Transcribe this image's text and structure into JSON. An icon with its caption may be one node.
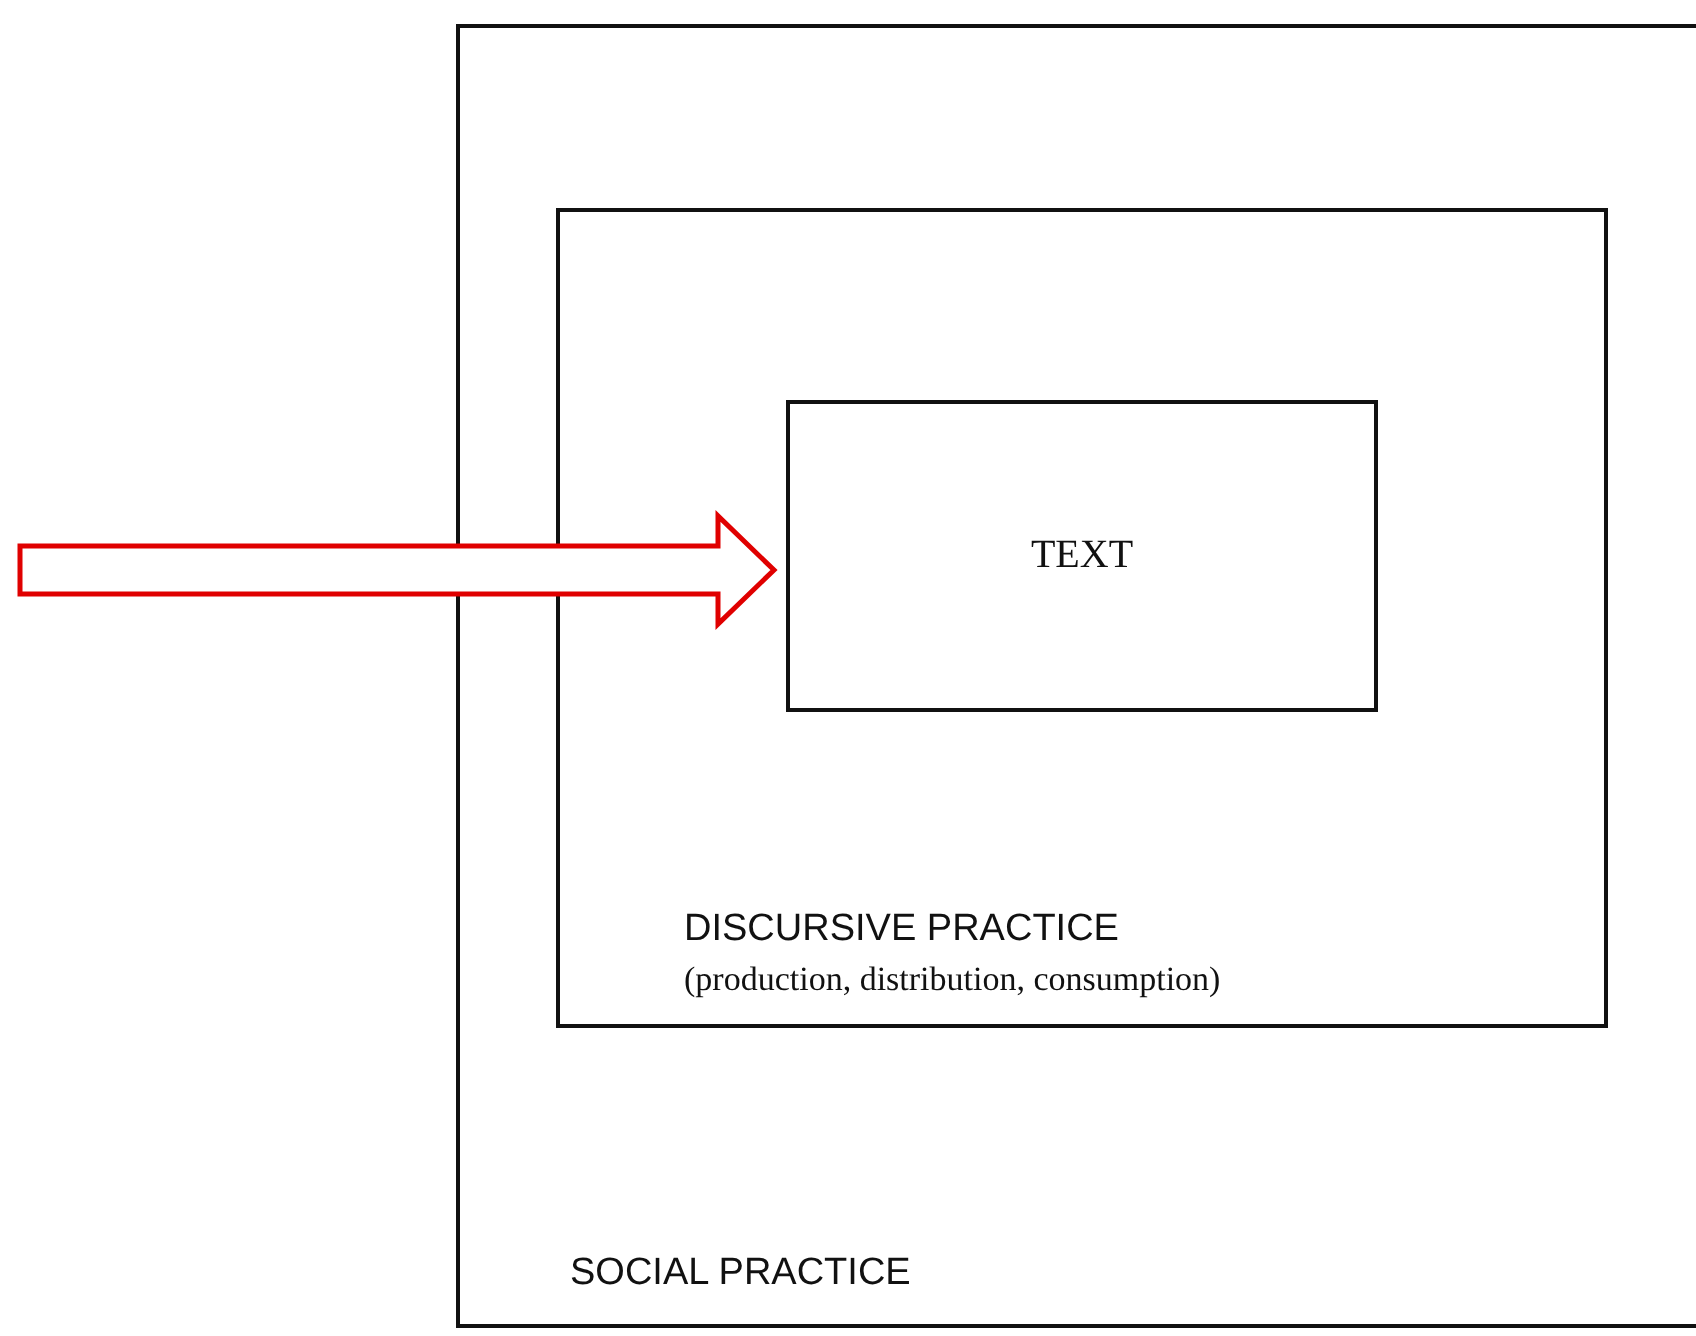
{
  "diagram": {
    "nodes": [
      {
        "text": [
          "SOCIAL PRACTICE"
        ]
      },
      {
        "text": [
          "DISCURSIVE PRACTICE",
          "(production, distribution, consumption)"
        ],
        "in": 0
      },
      {
        "text": [
          "TEXT"
        ],
        "in": 1
      }
    ],
    "edges": [
      {
        "from": null,
        "to": 2,
        "arrow": "to",
        "color": "#e00000"
      }
    ]
  }
}
